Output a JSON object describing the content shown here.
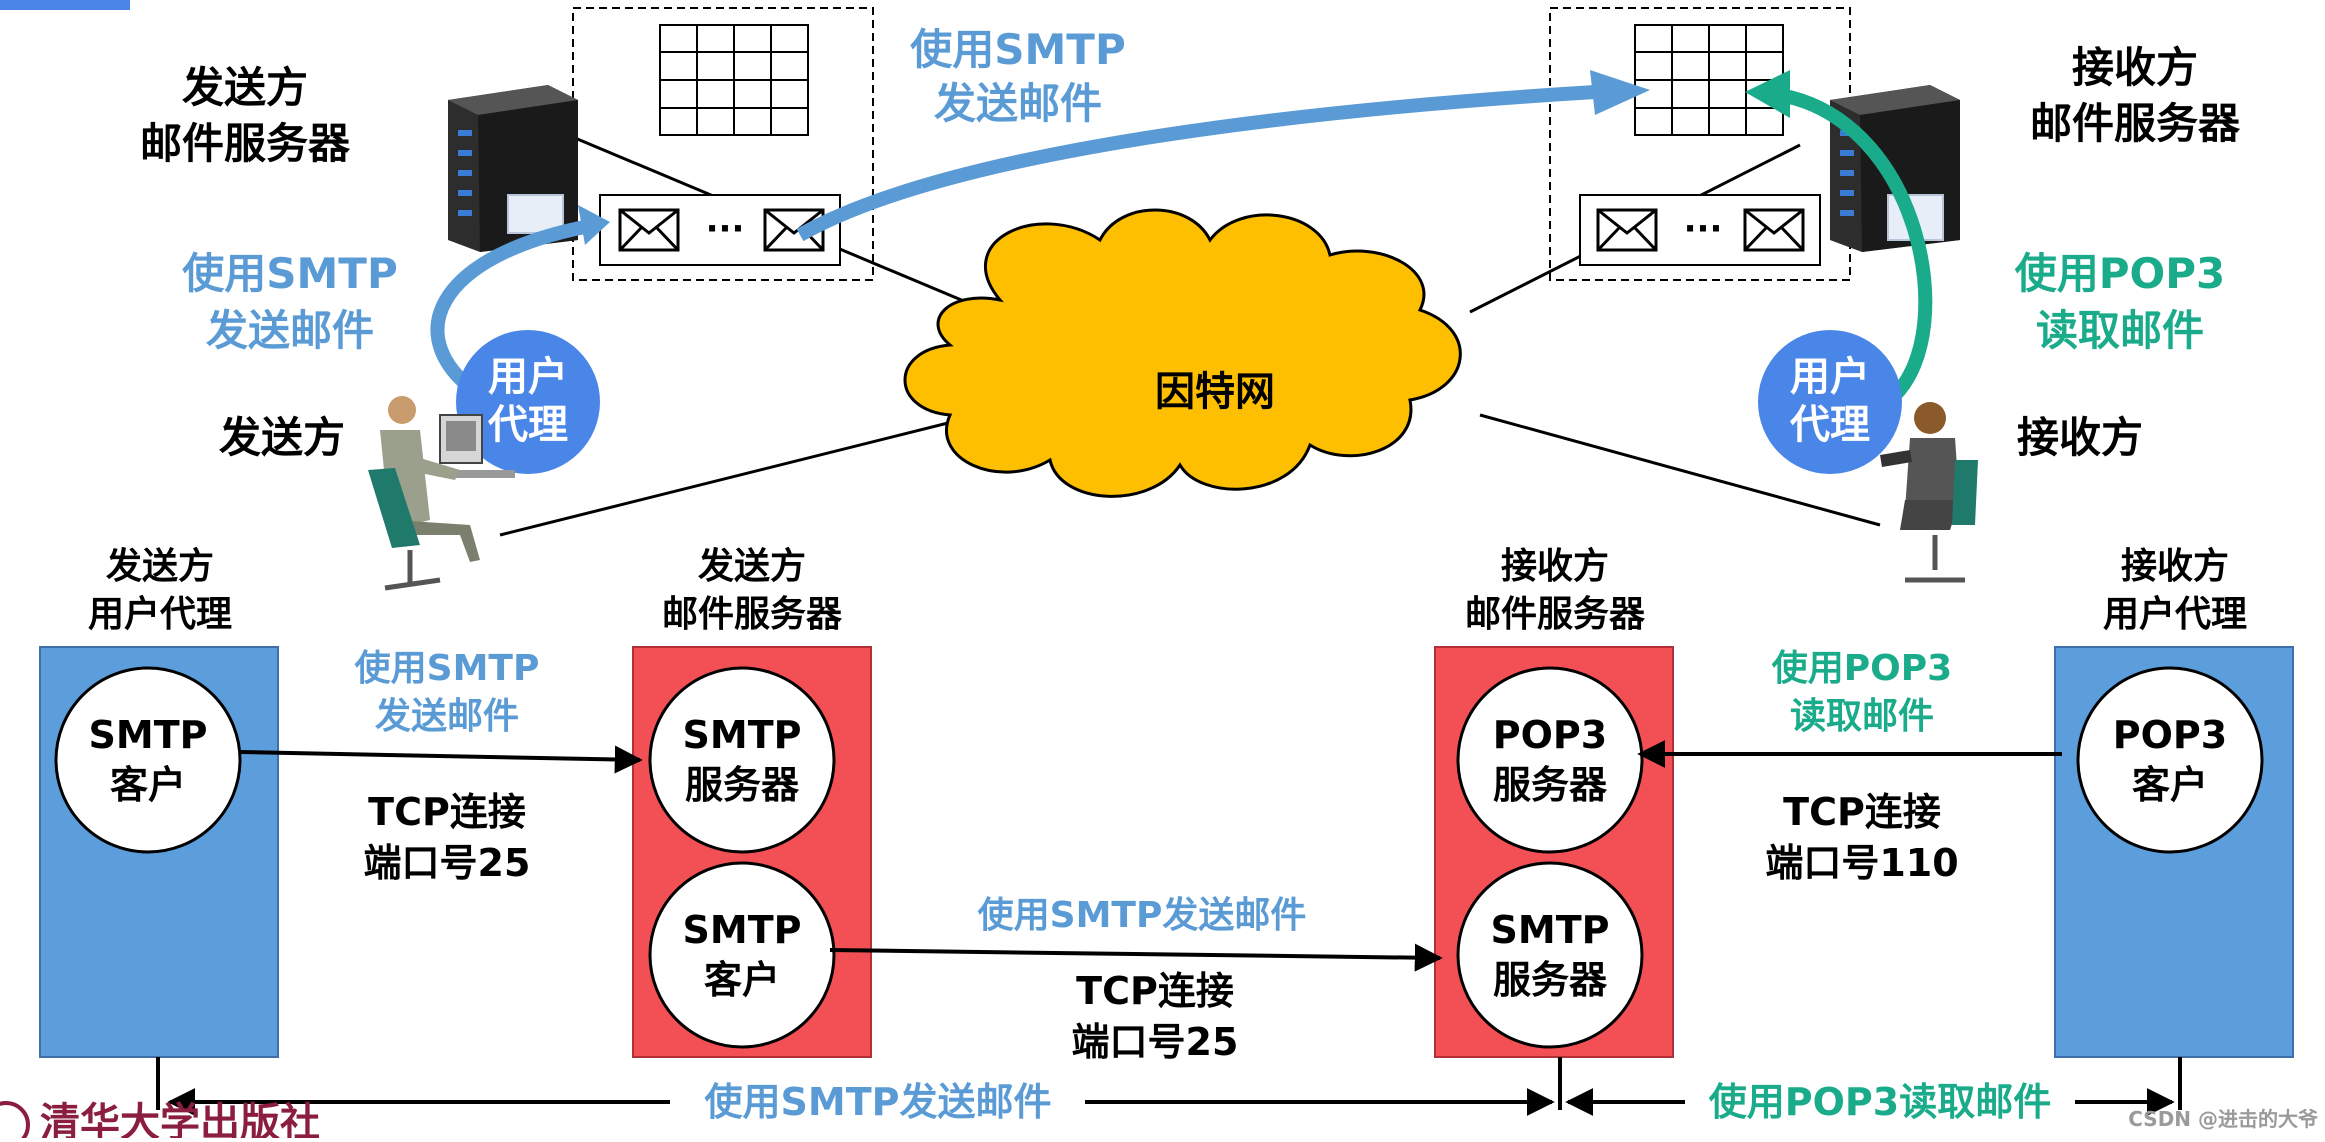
{
  "colors": {
    "blue": "#5b9bd5",
    "blue_text": "#5b9bd5",
    "green": "#1aab8a",
    "red_box": "#f25055",
    "box_blue": "#5c9ddc",
    "cloud": "#fdbf00",
    "agent_circle": "#4a86e8",
    "black": "#000000"
  },
  "top": {
    "sender_server_label": [
      "发送方",
      "邮件服务器"
    ],
    "receiver_server_label": [
      "接收方",
      "邮件服务器"
    ],
    "sender_label": "发送方",
    "receiver_label": "接收方",
    "internet_label": "因特网",
    "smtp_send_center": [
      "使用SMTP",
      "发送邮件"
    ],
    "smtp_send_left": [
      "使用SMTP",
      "发送邮件"
    ],
    "pop3_read_right": [
      "使用POP3",
      "读取邮件"
    ],
    "user_agent_left": [
      "用户",
      "代理"
    ],
    "user_agent_right": [
      "用户",
      "代理"
    ],
    "ellipsis": "···"
  },
  "bottom": {
    "col1_title": [
      "发送方",
      "用户代理"
    ],
    "col2_title": [
      "发送方",
      "邮件服务器"
    ],
    "col3_title": [
      "接收方",
      "邮件服务器"
    ],
    "col4_title": [
      "接收方",
      "用户代理"
    ],
    "smtp_client_1": [
      "SMTP",
      "客户"
    ],
    "smtp_server_1": [
      "SMTP",
      "服务器"
    ],
    "smtp_client_2": [
      "SMTP",
      "客户"
    ],
    "pop3_server": [
      "POP3",
      "服务器"
    ],
    "smtp_server_2": [
      "SMTP",
      "服务器"
    ],
    "pop3_client": [
      "POP3",
      "客户"
    ],
    "link1_top": [
      "使用SMTP",
      "发送邮件"
    ],
    "link1_bottom": [
      "TCP连接",
      "端口号25"
    ],
    "link2_top": "使用SMTP发送邮件",
    "link2_bottom": [
      "TCP连接",
      "端口号25"
    ],
    "link3_top": [
      "使用POP3",
      "读取邮件"
    ],
    "link3_bottom": [
      "TCP连接",
      "端口号110"
    ],
    "span_left": "使用SMTP发送邮件",
    "span_right": "使用POP3读取邮件"
  },
  "footer": {
    "publisher": "清华大学出版社",
    "watermark": "CSDN @进击的大爷"
  }
}
